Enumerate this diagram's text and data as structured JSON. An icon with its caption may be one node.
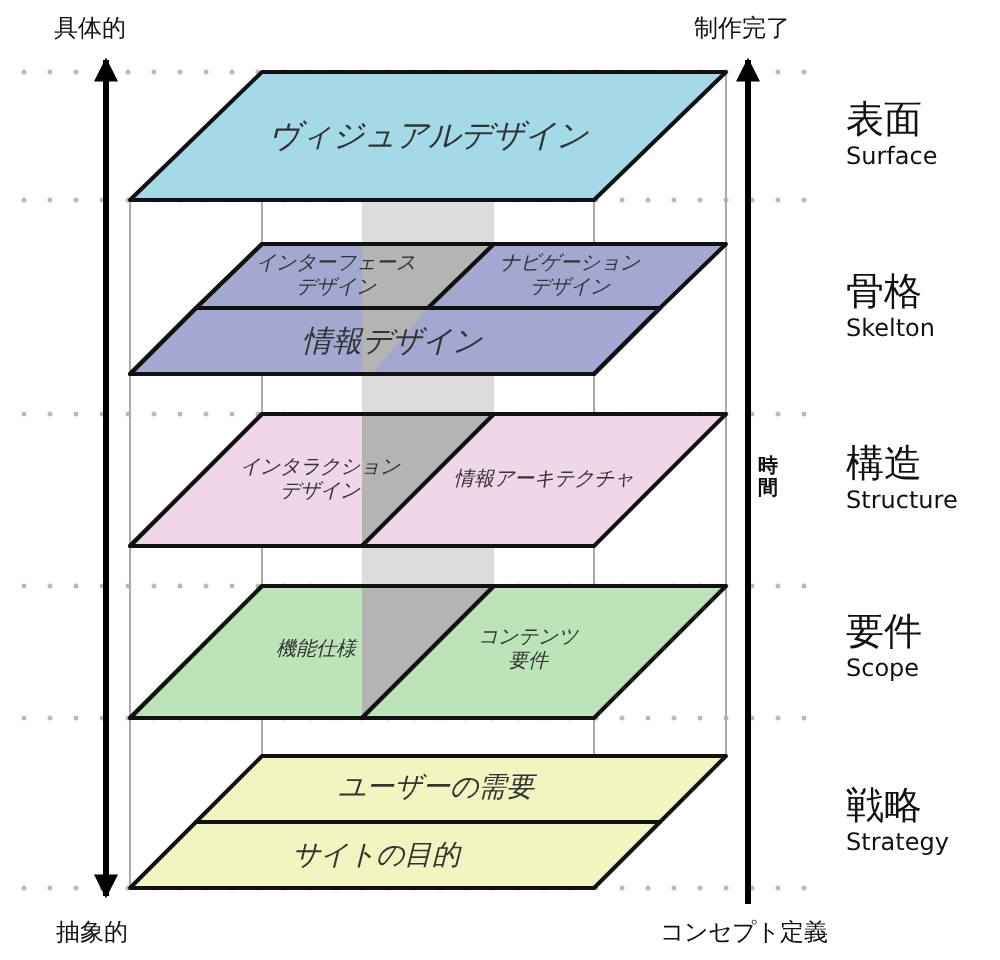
{
  "diagram": {
    "nodes": [
      {
        "text": [
          "ヴィジュアルデザイン"
        ]
      },
      {
        "text": [
          "インターフェースデザイン"
        ]
      },
      {
        "text": [
          "ナビゲーションデザイン"
        ]
      },
      {
        "text": [
          "情報デザイン"
        ]
      },
      {
        "text": [
          "インタラクションデザイン"
        ]
      },
      {
        "text": [
          "情報アーキテクチャ"
        ]
      },
      {
        "text": [
          "機能仕様"
        ]
      },
      {
        "text": [
          "コンテンツ要件"
        ]
      },
      {
        "text": [
          "ユーザーの需要"
        ]
      },
      {
        "text": [
          "サイトの目的"
        ]
      }
    ],
    "labels": [
      "具体的",
      "制作完了",
      "表面",
      "Surface",
      "骨格",
      "Skelton",
      "構造",
      "Structure",
      "時間",
      "要件",
      "Scope",
      "戦略",
      "Strategy",
      "抽象的",
      "コンセプト定義"
    ]
  }
}
